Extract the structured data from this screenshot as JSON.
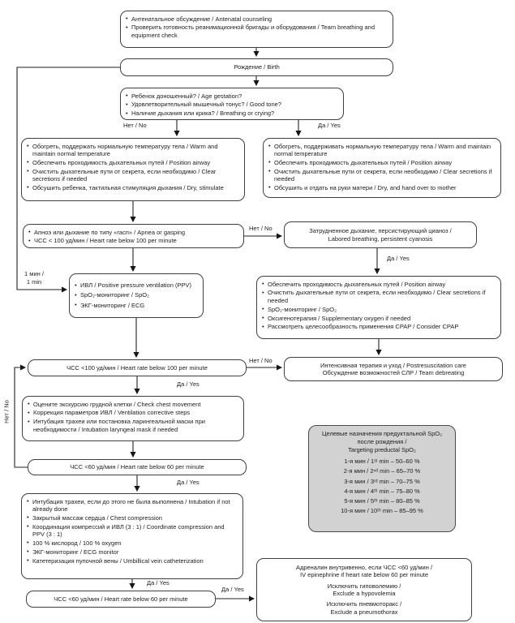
{
  "colors": {
    "box_border": "#3f3f3f",
    "gray_fill": "#d2d2d2",
    "line": "#222222",
    "text": "#1c1c1c"
  },
  "flowchart": {
    "counseling": {
      "items": [
        "Антенатальное обсуждение / Antenatal counseling",
        "Проверить готовность реанимационной бригады и оборудования / Team breathing and equipment check"
      ]
    },
    "birth": {
      "text": "Рождение / Birth"
    },
    "questions": {
      "items": [
        "Ребенок доношенный? / Age gestation?",
        "Удовлетворительный мышечный тонус? / Good tone?",
        "Наличие дыхания или крика? / Breathing or crying?"
      ]
    },
    "warm_no": {
      "items": [
        "Обогреть, поддержать нормальную температуру тела / Warm and maintain normal temperature",
        "Обеспечить проходимость дыхательных путей / Position airway",
        "Очистить дыхательные пути от секрета, если необходимо / Clear secretions if needed",
        "Обсушить ребенка, тактильная стимуляция дыхания / Dry, stimulate"
      ]
    },
    "warm_yes": {
      "items": [
        "Обогреть, поддерживать нормальную температуру тела / Warm and maintain normal temperature",
        "Обеспечить проходимость дыхательных путей / Position airway",
        "Очистить дыхательные пути от секрета, если необходимо / Clear secretions if needed",
        "Обсушить и отдать на руки матери / Dry, and hand over to mother"
      ]
    },
    "apnea": {
      "items": [
        "Апноэ или дыхание по типу «гасп» / Apnea or gasping",
        "ЧСС < 100 уд/мин / Heart rate below 100 per minute"
      ]
    },
    "labored": {
      "lines": [
        "Затрудненное дыхание, персистирующий цианоз /",
        "Labored breathing, persistent cyanosis"
      ]
    },
    "ppv": {
      "items": [
        "ИВЛ / Positive pressure ventilation (PPV)",
        "SpO₂-мониторинг / SpO₂",
        "ЭКГ-мониторинг / ECG"
      ]
    },
    "airway_actions": {
      "items": [
        "Обеспечить проходимость дыхательных путей / Position airway",
        "Очистить дыхательные пути от секрета, если необходимо / Clear secretions if needed",
        "SpO₂-мониторинг / SpO₂",
        "Оксигенотерапия / Supplementary oxygen if needed",
        "Рассмотреть целесообразность применения CPAP / Consider CPAP"
      ]
    },
    "hr_below_100": {
      "text": "ЧСС <100 уд/мин / Heart rate below 100 per minute"
    },
    "postresuscitation": {
      "lines": [
        "Интенсивная терапия и уход / Postresuscitation care",
        "Обсуждение возможностей СЛР / Team debreating"
      ]
    },
    "check_chest": {
      "items": [
        "Оцените экскурсию грудной клетки / Check chest movement",
        "Коррекция параметров ИВЛ / Ventilation corrective steps",
        "Интубация трахеи или постановка ларингеальной маски при необходимости / Intubation laryngeal mask if needed"
      ]
    },
    "hr_below_60_first": {
      "text": "ЧСС <60 уд/мин / Heart rate below 60 per minute"
    },
    "spo2_targets": {
      "title_lines": [
        "Целевые назначения предуктальной SpO₂",
        "после рождения /",
        "Targeting preductal SpO₂"
      ],
      "rows": [
        "1-я мин / 1ˢᵗ min – 50–60 %",
        "2-я мин / 2ⁿᵈ min – 65–70 %",
        "3-я мин / 3ʳᵈ min – 70–75 %",
        "4-я мин / 4ᵗʰ min – 75–80 %",
        "5-я мин / 5ᵗʰ min – 80–85 %",
        "10-я мин / 10ᵗʰ min – 85–95 %"
      ]
    },
    "resuscitation": {
      "items": [
        "Интубация трахеи, если до этого не была выполнена / Intubation if not already done",
        "Закрытый массаж сердца / Chest compression",
        "Координация компрессий и ИВЛ (3 : 1) / Coordinate compression and PPV (3 : 1)",
        "100 % кислород / 100 % oxygen",
        "ЭКГ-мониторинг / ECG monitor",
        "Катетеризация пупочной вены / Umbillical vein catheterization"
      ]
    },
    "hr_below_60_second": {
      "text": "ЧСС <60 уд/мин / Heart rate below 60 per minute"
    },
    "epinephrine": {
      "paragraphs": [
        [
          "Адреналин внутривенно, если ЧСС <60 уд/мин /",
          "IV epinephrine if heart rate below 60 per minute"
        ],
        [
          "Исключить гиповолемию /",
          "Exclude a hypovolemia"
        ],
        [
          "Исключить пневмоторакс /",
          "Exclude a pneumothorax"
        ]
      ]
    },
    "labels": {
      "no_left": "Нет / No",
      "yes_right": "Да / Yes",
      "apnea_no": "Нет / No",
      "labored_yes": "Да / Yes",
      "hr100_no": "Нет / No",
      "hr100_yes": "Да / Yes",
      "hr60_yes": "Да / Yes",
      "resus_yes": "Да / Yes",
      "hr60b_yes": "Да / Yes",
      "loop_no": "Нет / No",
      "one_min_line1": "1 мин /",
      "one_min_line2": "1 min"
    }
  }
}
